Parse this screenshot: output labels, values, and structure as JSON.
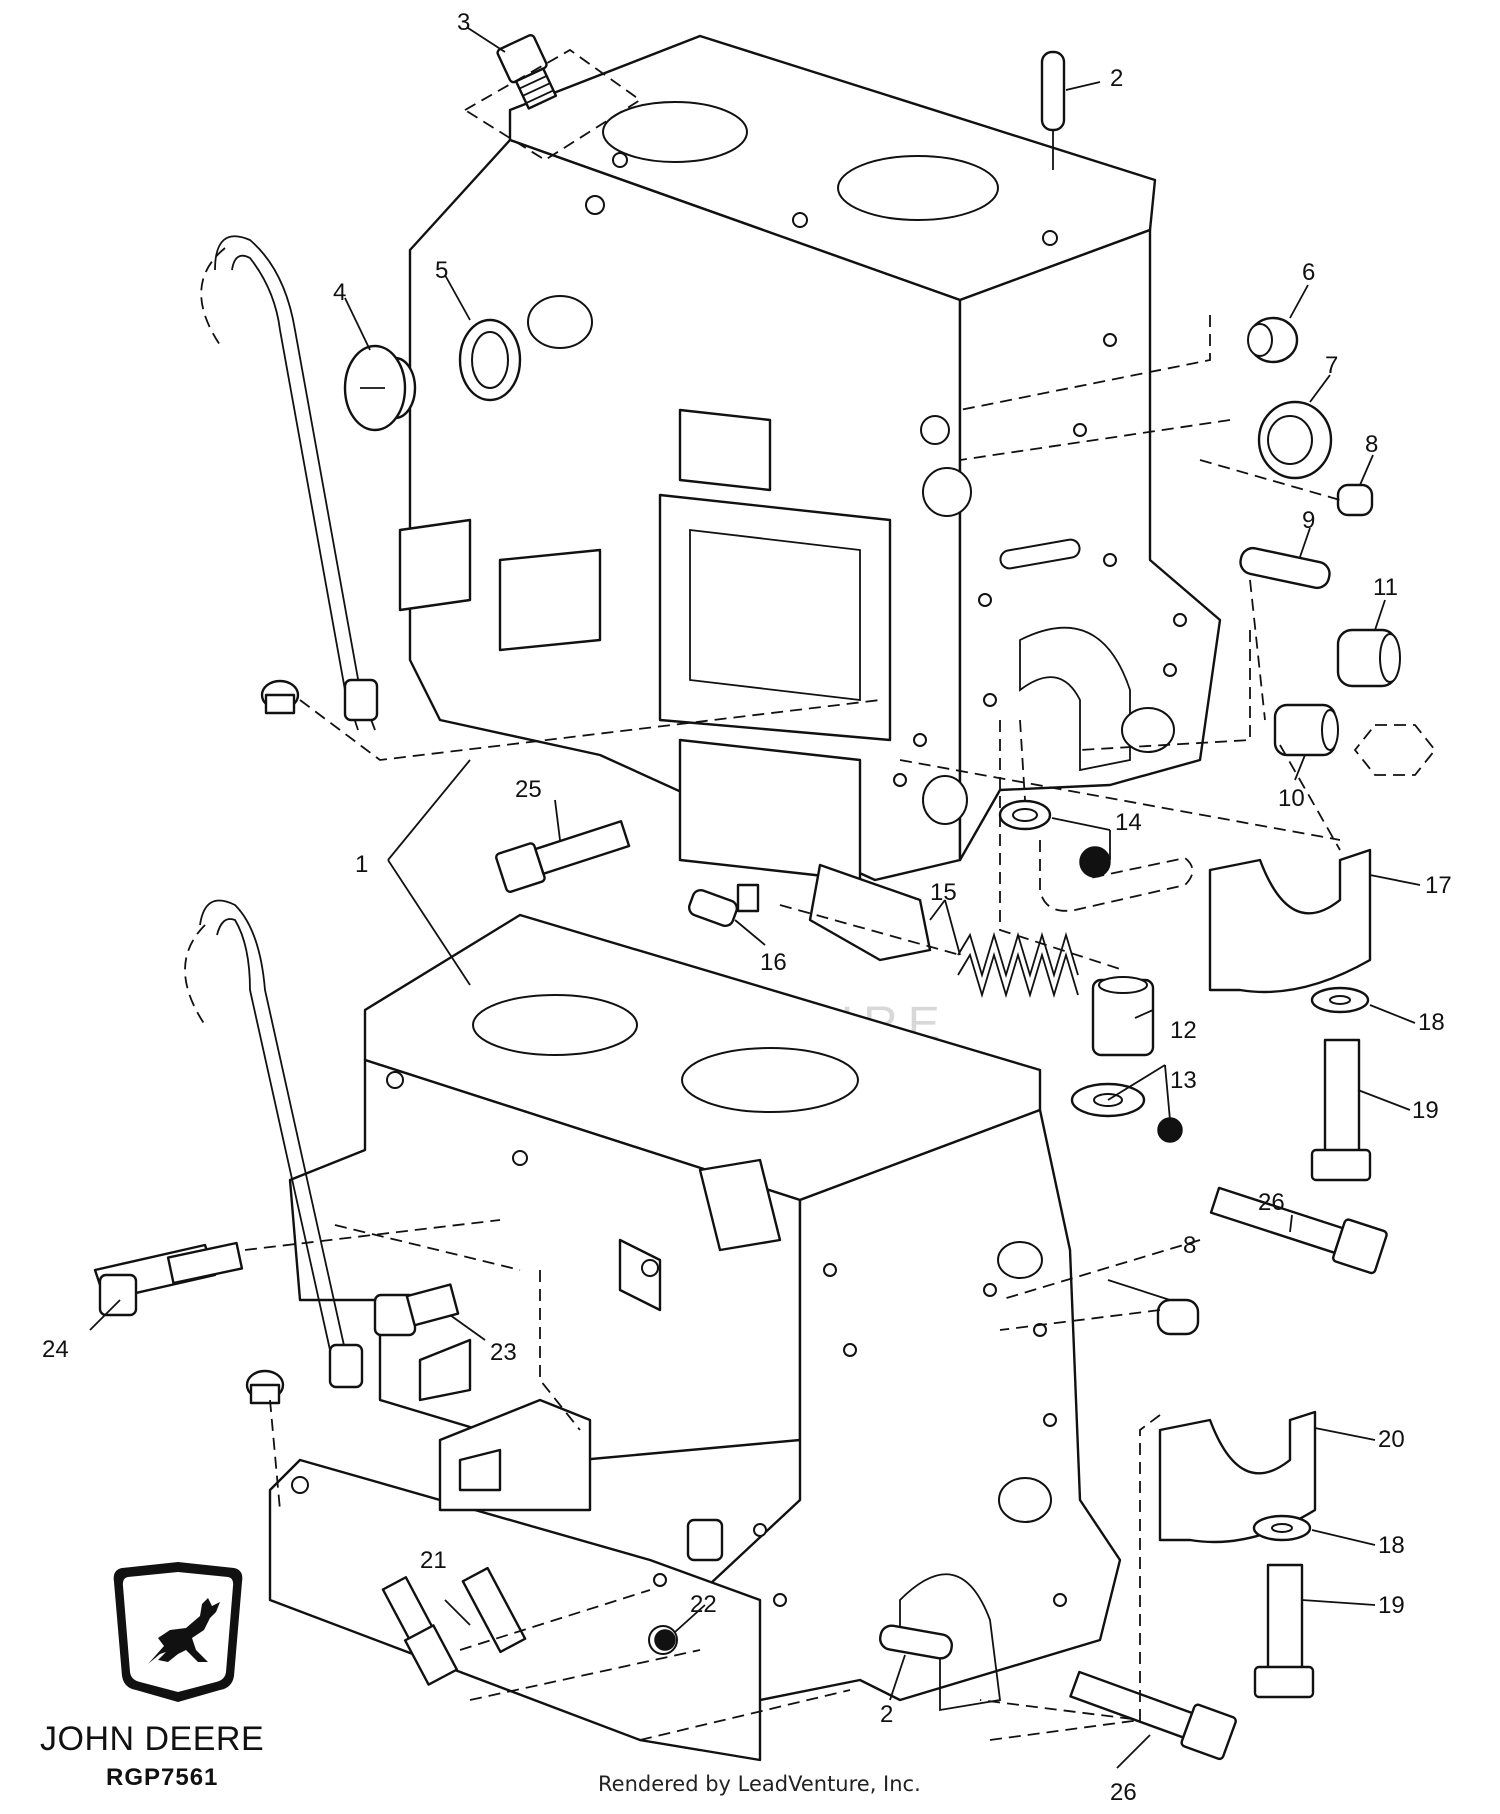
{
  "brand": {
    "name": "JOHN DEERE",
    "reference_code": "RGP7561",
    "render_credit": "Rendered by LeadVenture, Inc.",
    "logo_icon": "leaping-deer-logo-icon",
    "watermark": "LEADVENTURE"
  },
  "callouts": {
    "c1": "1",
    "c2a": "2",
    "c2b": "2",
    "c3": "3",
    "c4": "4",
    "c5": "5",
    "c6": "6",
    "c7": "7",
    "c8a": "8",
    "c8b": "8",
    "c9": "9",
    "c10": "10",
    "c11": "11",
    "c12": "12",
    "c13": "13",
    "c14": "14",
    "c15": "15",
    "c16": "16",
    "c17": "17",
    "c18a": "18",
    "c18b": "18",
    "c19a": "19",
    "c19b": "19",
    "c20": "20",
    "c21": "21",
    "c22": "22",
    "c23": "23",
    "c24": "24",
    "c25": "25",
    "c26a": "26",
    "c26b": "26"
  }
}
